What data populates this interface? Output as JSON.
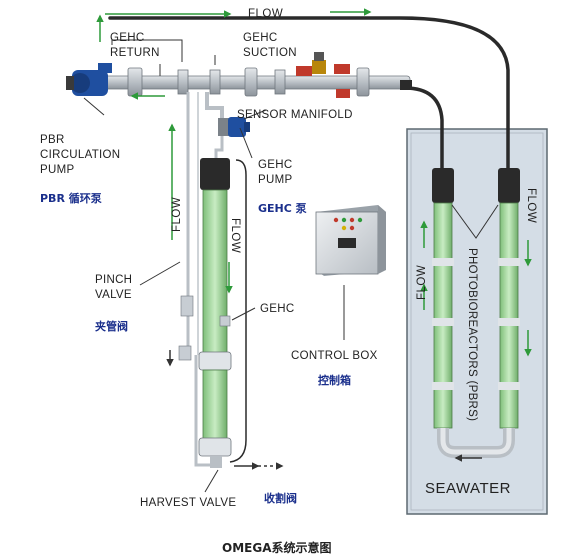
{
  "labels": {
    "flow_top": "FLOW",
    "gehc_return": [
      "GEHC",
      "RETURN"
    ],
    "gehc_suction": [
      "GEHC",
      "SUCTION"
    ],
    "sensor_manifold": "SENSOR MANIFOLD",
    "pbr_circulation_pump": [
      "PBR",
      "CIRCULATION",
      "PUMP"
    ],
    "pbr_circulation_pump_cn": "PBR 循环泵",
    "gehc_pump": [
      "GEHC",
      "PUMP"
    ],
    "gehc_pump_cn": "GEHC 泵",
    "flow_left": "FLOW",
    "flow_column": "FLOW",
    "pinch_valve": [
      "PINCH",
      "VALVE"
    ],
    "pinch_valve_cn": "夹管阀",
    "gehc": "GEHC",
    "control_box": "CONTROL BOX",
    "control_box_cn": "控制箱",
    "harvest_valve": "HARVEST VALVE",
    "harvest_valve_cn": "收割阀",
    "flow_pbr_left": "FLOW",
    "flow_pbr_right": "FLOW",
    "photobioreactors": "PHOTOBIOREACTORS (PBRS)",
    "seawater": "SEAWATER",
    "caption": "OMEGA系统示意图"
  },
  "colors": {
    "pipe": "#b8bec4",
    "pipe_dark": "#2a2a2a",
    "pump_blue": "#1f4fa0",
    "arrow_green": "#2e9a3a",
    "tank_green": "#9fd49a",
    "seawater_bg": "#d4dde6",
    "valve_red": "#c0392b",
    "label_cn": "#1a2f8c"
  }
}
